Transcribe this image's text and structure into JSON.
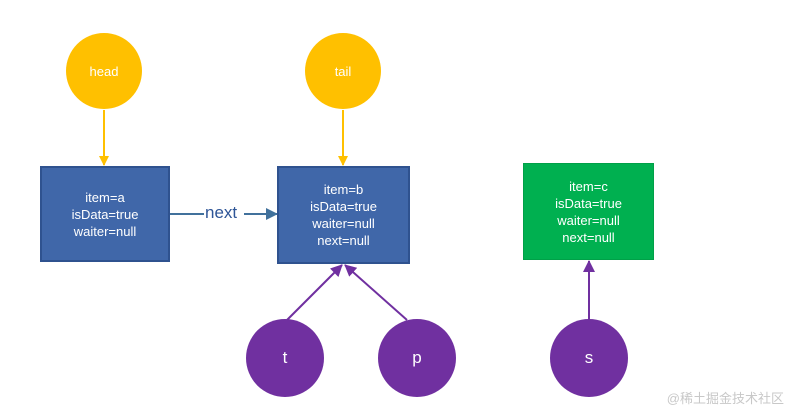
{
  "nodes": {
    "head": {
      "label": "head",
      "color": "#ffc000"
    },
    "tail": {
      "label": "tail",
      "color": "#ffc000"
    },
    "t": {
      "label": "t",
      "color": "#7030a0"
    },
    "p": {
      "label": "p",
      "color": "#7030a0"
    },
    "s": {
      "label": "s",
      "color": "#7030a0"
    }
  },
  "boxes": {
    "a": {
      "lines": [
        "item=a",
        "isData=true",
        "waiter=null"
      ],
      "color": "#4067a9"
    },
    "b": {
      "lines": [
        "item=b",
        "isData=true",
        "waiter=null",
        "next=null"
      ],
      "color": "#4067a9"
    },
    "c": {
      "lines": [
        "item=c",
        "isData=true",
        "waiter=null",
        "next=null"
      ],
      "color": "#00b050"
    }
  },
  "edges": {
    "next_label": "next"
  },
  "colors": {
    "pointer_arrow": "#ffc000",
    "next_arrow": "#41719c",
    "ref_arrow": "#7030a0"
  },
  "watermark": "@稀土掘金技术社区"
}
